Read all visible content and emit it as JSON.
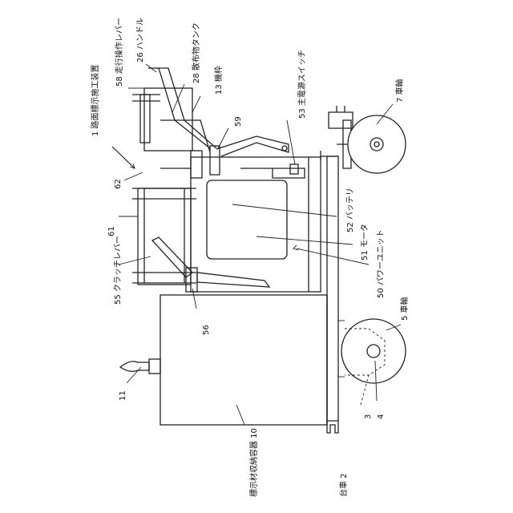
{
  "labels": {
    "l1": "1 路面標示施工装置",
    "l58": "58 走行操作レバー",
    "l26": "26 ハンドル",
    "l28": "28 散布物タンク",
    "l13": "13 機枠",
    "l59": "59",
    "l53": "53 主電源スイッチ",
    "l7": "7 車輪",
    "l62": "62",
    "l61": "61",
    "l55": "55 クラッチレバー",
    "l56": "56",
    "l52": "52 バッテリ",
    "l51": "51 モータ",
    "l50": "50 パワーユニット",
    "l5": "5 車輪",
    "l4": "4",
    "l3": "3",
    "l11": "11",
    "l10": "標示材収納容器 10",
    "l2": "台車 2"
  }
}
